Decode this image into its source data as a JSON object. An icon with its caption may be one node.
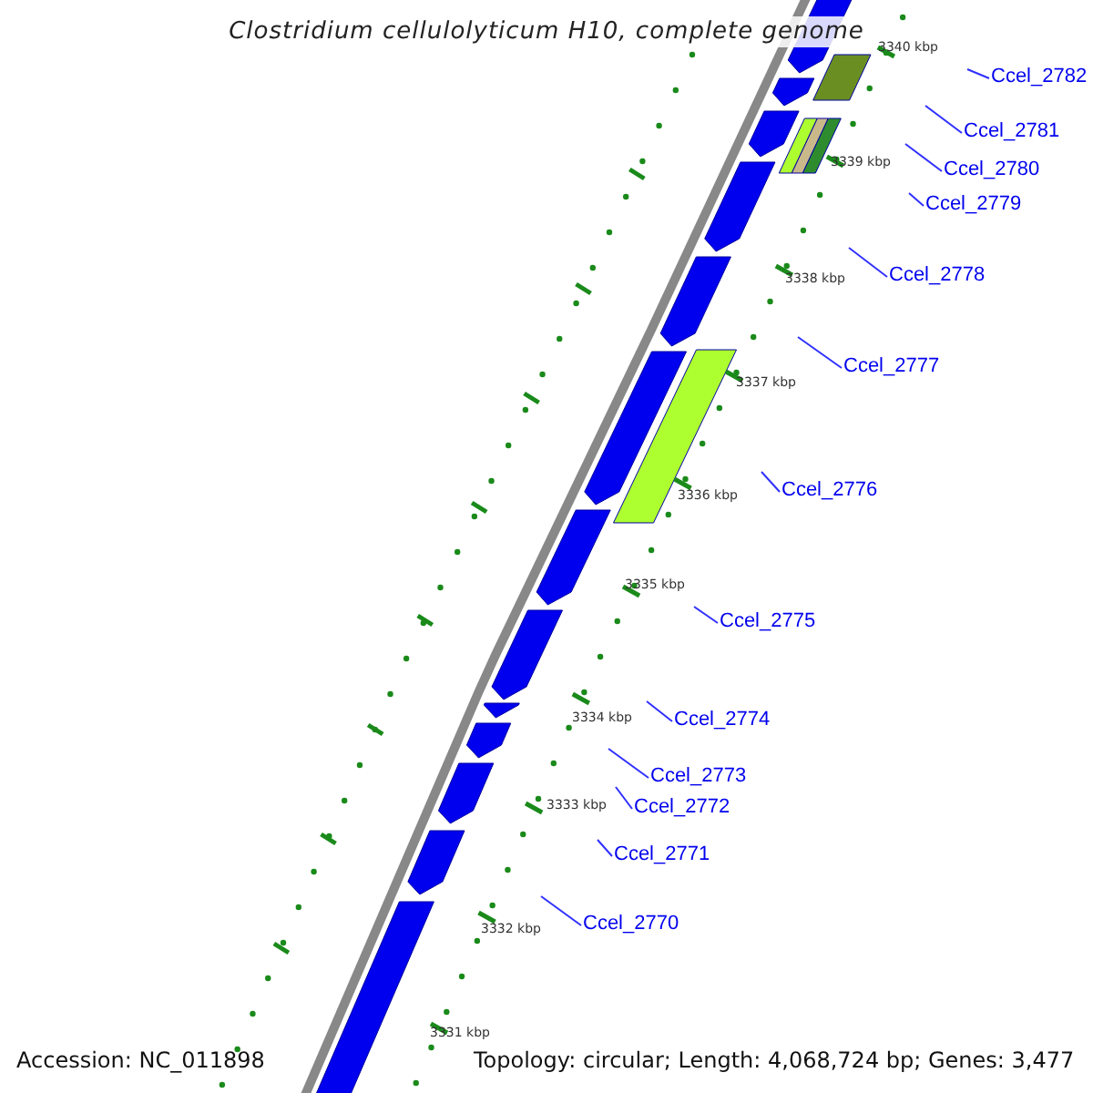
{
  "diagram": {
    "title": "Clostridium cellulolyticum H10, complete genome",
    "nodes": [
      {
        "text": [
          "Ccel_2782"
        ]
      },
      {
        "text": [
          "Ccel_2781"
        ]
      },
      {
        "text": [
          "Ccel_2780"
        ]
      },
      {
        "text": [
          "Ccel_2779"
        ]
      },
      {
        "text": [
          "Ccel_2778"
        ]
      },
      {
        "text": [
          "Ccel_2777"
        ]
      },
      {
        "text": [
          "Ccel_2776"
        ]
      },
      {
        "text": [
          "Ccel_2775"
        ]
      },
      {
        "text": [
          "Ccel_2774"
        ]
      },
      {
        "text": [
          "Ccel_2773"
        ]
      },
      {
        "text": [
          "Ccel_2772"
        ]
      },
      {
        "text": [
          "Ccel_2771"
        ]
      },
      {
        "text": [
          "Ccel_2770"
        ]
      }
    ],
    "edges": [
      {
        "from": 0,
        "to": null,
        "arrow": "none"
      },
      {
        "from": 1,
        "to": null,
        "arrow": "none"
      },
      {
        "from": 2,
        "to": null,
        "arrow": "none"
      },
      {
        "from": 3,
        "to": null,
        "arrow": "none"
      },
      {
        "from": 4,
        "to": null,
        "arrow": "none"
      },
      {
        "from": 5,
        "to": null,
        "arrow": "none"
      },
      {
        "from": 6,
        "to": null,
        "arrow": "none"
      },
      {
        "from": 7,
        "to": null,
        "arrow": "none"
      },
      {
        "from": 8,
        "to": null,
        "arrow": "none"
      },
      {
        "from": 9,
        "to": null,
        "arrow": "none"
      },
      {
        "from": 10,
        "to": null,
        "arrow": "none"
      },
      {
        "from": 11,
        "to": null,
        "arrow": "none"
      },
      {
        "from": 12,
        "to": null,
        "arrow": "none"
      }
    ],
    "labels": [
      "3340 kbp",
      "3339 kbp",
      "3338 kbp",
      "3337 kbp",
      "3336 kbp",
      "3335 kbp",
      "3334 kbp",
      "3333 kbp",
      "3332 kbp",
      "3331 kbp",
      "Accession: NC_011898",
      "Topology: circular; Length: 4,068,724 bp; Genes: 3,477"
    ]
  }
}
